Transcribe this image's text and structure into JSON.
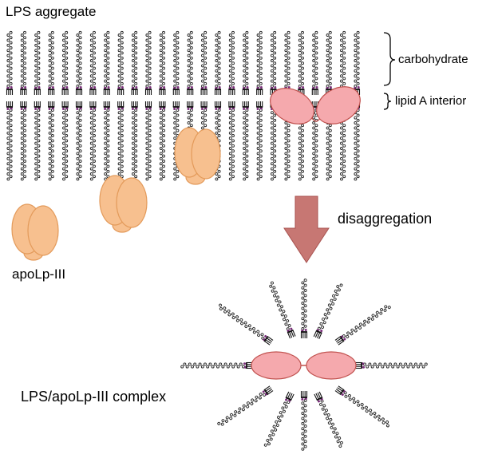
{
  "labels": {
    "lps_aggregate": "LPS aggregate",
    "carbohydrate": "carbohydrate",
    "lipid_a_interior": "lipid A interior",
    "disaggregation": "disaggregation",
    "apolp_iii": "apoLp-III",
    "complex": "LPS/apoLp-III complex"
  },
  "colors": {
    "carbohydrate_chain": "#222222",
    "lipid_a_headgroup": "#7a2e7a",
    "apolp_iii_fill": "#f7c08f",
    "apolp_iii_stroke": "#e39a5a",
    "bound_protein_fill": "#f5a9ad",
    "bound_protein_stroke": "#c0504d",
    "arrow_fill": "#c77773",
    "arrow_stroke": "#a8524f"
  },
  "icons": {
    "lps_molecule": "bead-chain-with-lipid-tails",
    "apolp_iii": "helix-bundle-globule",
    "arrow": "down-arrow"
  }
}
